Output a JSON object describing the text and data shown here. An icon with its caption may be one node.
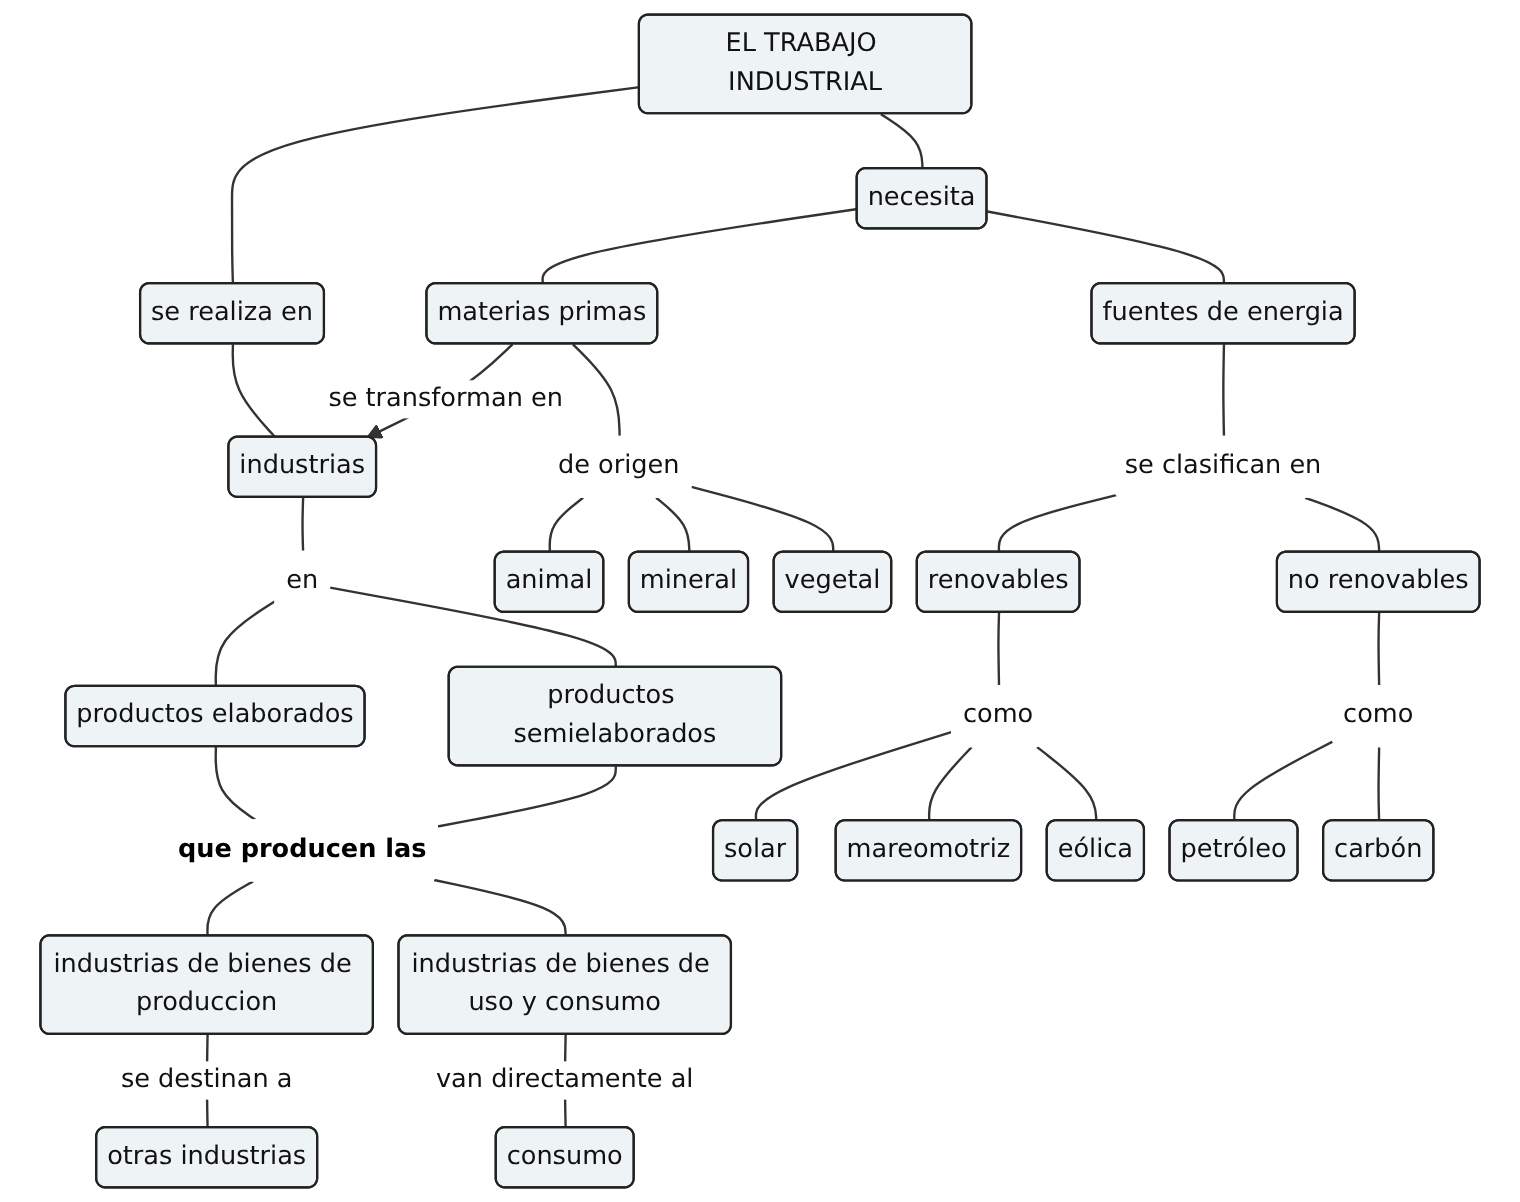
{
  "diagram": {
    "nodes": [
      {
        "text": [
          "EL TRABAJO INDUSTRIAL"
        ]
      },
      {
        "text": [
          "necesita"
        ]
      },
      {
        "text": [
          "se realiza en"
        ]
      },
      {
        "text": [
          "materias primas"
        ]
      },
      {
        "text": [
          "industrias"
        ]
      },
      {
        "text": [
          "fuentes de energia"
        ]
      },
      {
        "text": [
          "de origen"
        ]
      },
      {
        "text": [
          "en"
        ]
      },
      {
        "text": [
          "productos elaborados"
        ]
      },
      {
        "text": [
          "productos semielaborados"
        ]
      },
      {
        "text": [
          "animal"
        ]
      },
      {
        "text": [
          "mineral"
        ]
      },
      {
        "text": [
          "se clasifican en"
        ]
      },
      {
        "text": [
          "que producen las"
        ]
      },
      {
        "text": [
          "vegetal"
        ]
      },
      {
        "text": [
          "renovables"
        ]
      },
      {
        "text": [
          "industrias de bienes de produccion"
        ]
      },
      {
        "text": [
          "industrias de bienes de uso y consumo"
        ]
      },
      {
        "text": [
          "no renovables"
        ]
      },
      {
        "text": [
          "como"
        ]
      },
      {
        "text": [
          "solar"
        ]
      },
      {
        "text": [
          "mareomotriz"
        ]
      },
      {
        "text": [
          "como"
        ]
      },
      {
        "text": [
          "eólica"
        ]
      },
      {
        "text": [
          "otras industrias"
        ]
      },
      {
        "text": [
          "consumo"
        ]
      },
      {
        "text": [
          "petróleo"
        ]
      },
      {
        "text": [
          "carbón"
        ]
      }
    ],
    "edges": [
      {
        "from": 0,
        "to": 1,
        "arrow": "none"
      },
      {
        "from": 0,
        "to": 2,
        "arrow": "none"
      },
      {
        "from": 1,
        "to": 5,
        "arrow": "none"
      },
      {
        "from": 1,
        "to": 3,
        "arrow": "none"
      },
      {
        "from": 2,
        "to": 4,
        "arrow": "none"
      },
      {
        "from": 3,
        "to": 4,
        "arrow": "to",
        "label": "se transforman en"
      },
      {
        "from": 3,
        "to": 6,
        "arrow": "none"
      },
      {
        "from": 6,
        "to": 10,
        "arrow": "none"
      },
      {
        "from": 6,
        "to": 14,
        "arrow": "none"
      },
      {
        "from": 6,
        "to": 11,
        "arrow": "none"
      },
      {
        "from": 4,
        "to": 7,
        "arrow": "none"
      },
      {
        "from": 7,
        "to": 8,
        "arrow": "none"
      },
      {
        "from": 7,
        "to": 9,
        "arrow": "none"
      },
      {
        "from": 8,
        "to": 13,
        "arrow": "none"
      },
      {
        "from": 9,
        "to": 13,
        "arrow": "none"
      },
      {
        "from": 13,
        "to": 16,
        "arrow": "none"
      },
      {
        "from": 13,
        "to": 17,
        "arrow": "none"
      },
      {
        "from": 5,
        "to": 12,
        "arrow": "none"
      },
      {
        "from": 12,
        "to": 15,
        "arrow": "none"
      },
      {
        "from": 12,
        "to": 18,
        "arrow": "none"
      },
      {
        "from": 15,
        "to": 19,
        "arrow": "none"
      },
      {
        "from": 19,
        "to": 20,
        "arrow": "none"
      },
      {
        "from": 19,
        "to": 23,
        "arrow": "none"
      },
      {
        "from": 19,
        "to": 21,
        "arrow": "none"
      },
      {
        "from": 18,
        "to": 22,
        "arrow": "none"
      },
      {
        "from": 22,
        "to": 26,
        "arrow": "none"
      },
      {
        "from": 22,
        "to": 27,
        "arrow": "none"
      },
      {
        "from": 16,
        "to": 24,
        "arrow": "none",
        "label": "se destinan a"
      },
      {
        "from": 17,
        "to": 25,
        "arrow": "none",
        "label": "van directamente al"
      }
    ]
  }
}
